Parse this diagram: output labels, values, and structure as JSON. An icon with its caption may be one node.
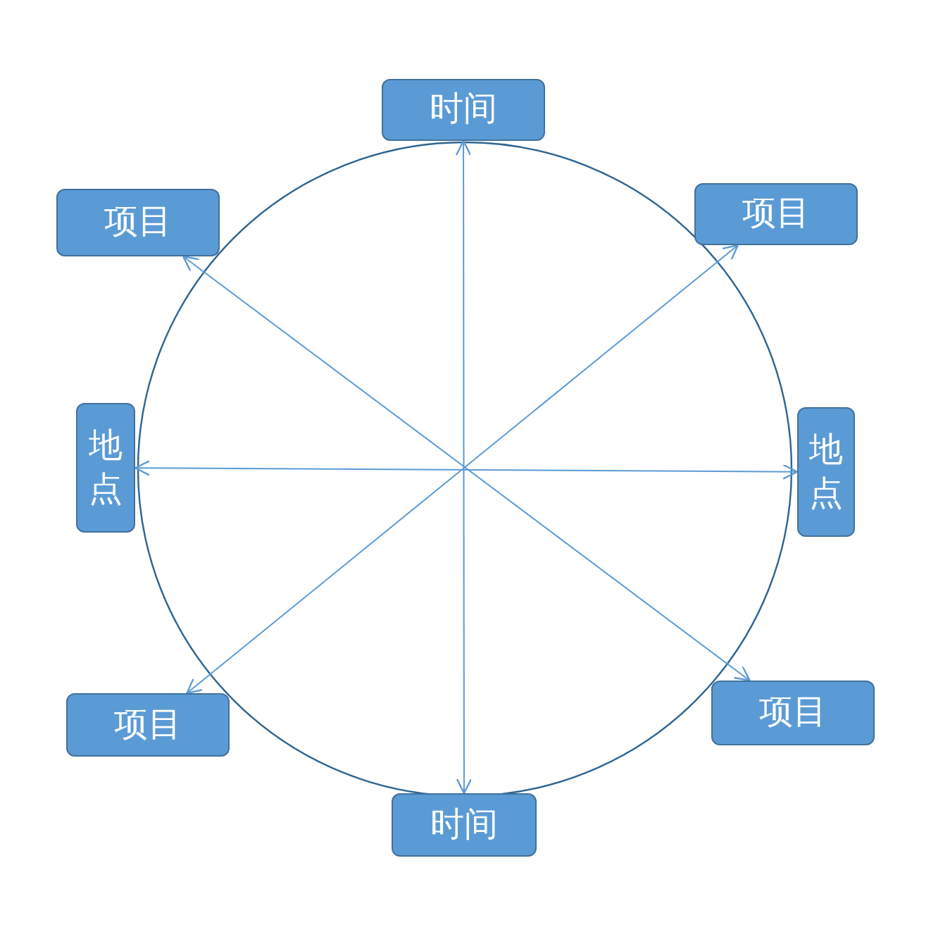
{
  "diagram": {
    "nodes": [
      {
        "text": [
          "时间"
        ]
      },
      {
        "text": [
          "项目"
        ]
      },
      {
        "text": [
          "项目"
        ]
      },
      {
        "text": [
          "地点"
        ]
      },
      {
        "text": [
          "地点"
        ]
      },
      {
        "text": [
          "项目"
        ]
      },
      {
        "text": [
          "项目"
        ]
      },
      {
        "text": [
          "时间"
        ]
      }
    ],
    "edges": [
      {
        "from": 0,
        "to": 7,
        "arrow": "both"
      },
      {
        "from": 3,
        "to": 4,
        "arrow": "both"
      },
      {
        "from": 1,
        "to": 6,
        "arrow": "both"
      },
      {
        "from": 2,
        "to": 5,
        "arrow": "both"
      }
    ]
  }
}
